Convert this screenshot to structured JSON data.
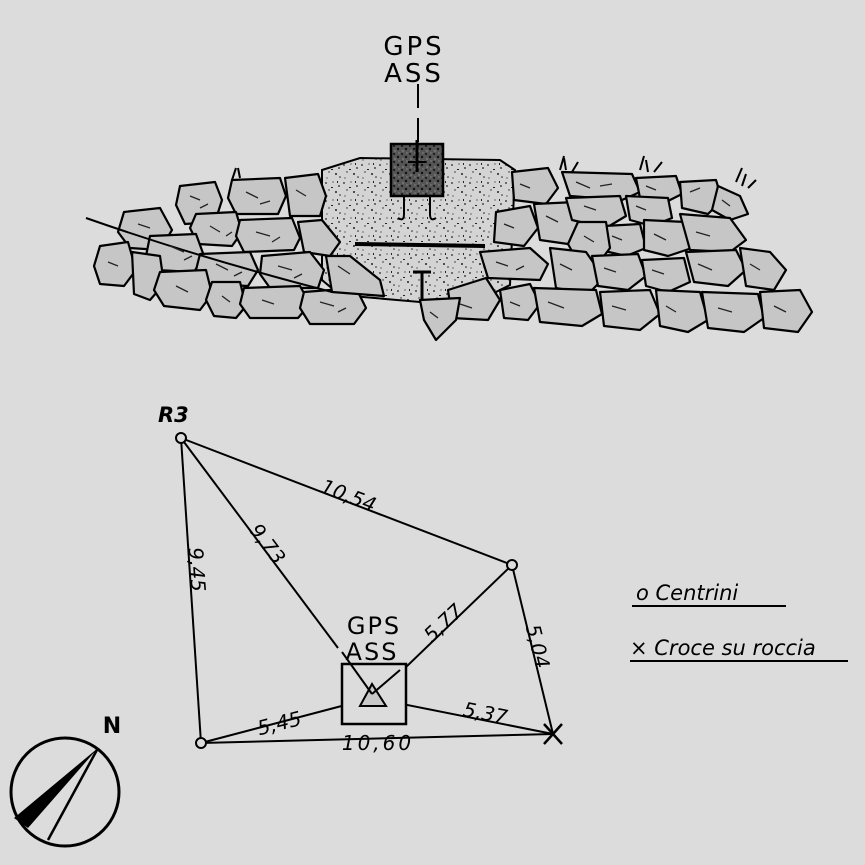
{
  "elevation_view": {
    "marker_label_line1": "GPS",
    "marker_label_line2": "ASS"
  },
  "plan_view": {
    "reference_point": "R3",
    "station_label_line1": "GPS",
    "station_label_line2": "ASS",
    "distances": {
      "r3_to_east": "10,54",
      "r3_to_station": "9,73",
      "r3_to_southwest": "9,45",
      "station_to_east": "5,77",
      "east_to_cross": "5,04",
      "station_to_southwest": "5,45",
      "station_to_cross": "5,37",
      "southwest_to_cross": "10,60"
    }
  },
  "legend": {
    "centrini": "o Centrini",
    "croce": "× Croce su roccia"
  },
  "north_arrow": {
    "label": "N"
  }
}
